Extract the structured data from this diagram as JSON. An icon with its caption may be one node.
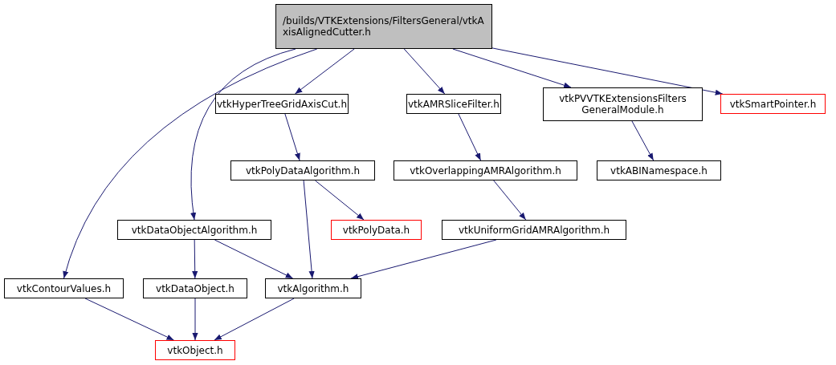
{
  "diagram": {
    "nodes": [
      {
        "text": [
          "/builds/VTKExtensions/FiltersGeneral/vtkAxisAlignedCutter.h"
        ]
      },
      {
        "text": [
          "vtkHyperTreeGridAxisCut.h"
        ]
      },
      {
        "text": [
          "vtkAMRSliceFilter.h"
        ]
      },
      {
        "text": [
          "vtkPVVTKExtensionsFilters GeneralModule.h"
        ]
      },
      {
        "text": [
          "vtkSmartPointer.h"
        ]
      },
      {
        "text": [
          "vtkPolyDataAlgorithm.h"
        ]
      },
      {
        "text": [
          "vtkOverlappingAMRAlgorithm.h"
        ]
      },
      {
        "text": [
          "vtkABINamespace.h"
        ]
      },
      {
        "text": [
          "vtkDataObjectAlgorithm.h"
        ]
      },
      {
        "text": [
          "vtkPolyData.h"
        ]
      },
      {
        "text": [
          "vtkUniformGridAMRAlgorithm.h"
        ]
      },
      {
        "text": [
          "vtkContourValues.h"
        ]
      },
      {
        "text": [
          "vtkDataObject.h"
        ]
      },
      {
        "text": [
          "vtkAlgorithm.h"
        ]
      },
      {
        "text": [
          "vtkObject.h"
        ]
      }
    ],
    "edges": [
      {
        "from": 0,
        "to": 11,
        "arrow": "to"
      },
      {
        "from": 0,
        "to": 8,
        "arrow": "to"
      },
      {
        "from": 0,
        "to": 1,
        "arrow": "to"
      },
      {
        "from": 0,
        "to": 2,
        "arrow": "to"
      },
      {
        "from": 0,
        "to": 3,
        "arrow": "to"
      },
      {
        "from": 0,
        "to": 4,
        "arrow": "to"
      },
      {
        "from": 1,
        "to": 5,
        "arrow": "to"
      },
      {
        "from": 2,
        "to": 6,
        "arrow": "to"
      },
      {
        "from": 3,
        "to": 7,
        "arrow": "to"
      },
      {
        "from": 5,
        "to": 13,
        "arrow": "to"
      },
      {
        "from": 5,
        "to": 9,
        "arrow": "to"
      },
      {
        "from": 6,
        "to": 10,
        "arrow": "to"
      },
      {
        "from": 10,
        "to": 13,
        "arrow": "to"
      },
      {
        "from": 8,
        "to": 12,
        "arrow": "to"
      },
      {
        "from": 8,
        "to": 13,
        "arrow": "to"
      },
      {
        "from": 11,
        "to": 14,
        "arrow": "to"
      },
      {
        "from": 12,
        "to": 14,
        "arrow": "to"
      },
      {
        "from": 13,
        "to": 14,
        "arrow": "to"
      }
    ]
  }
}
